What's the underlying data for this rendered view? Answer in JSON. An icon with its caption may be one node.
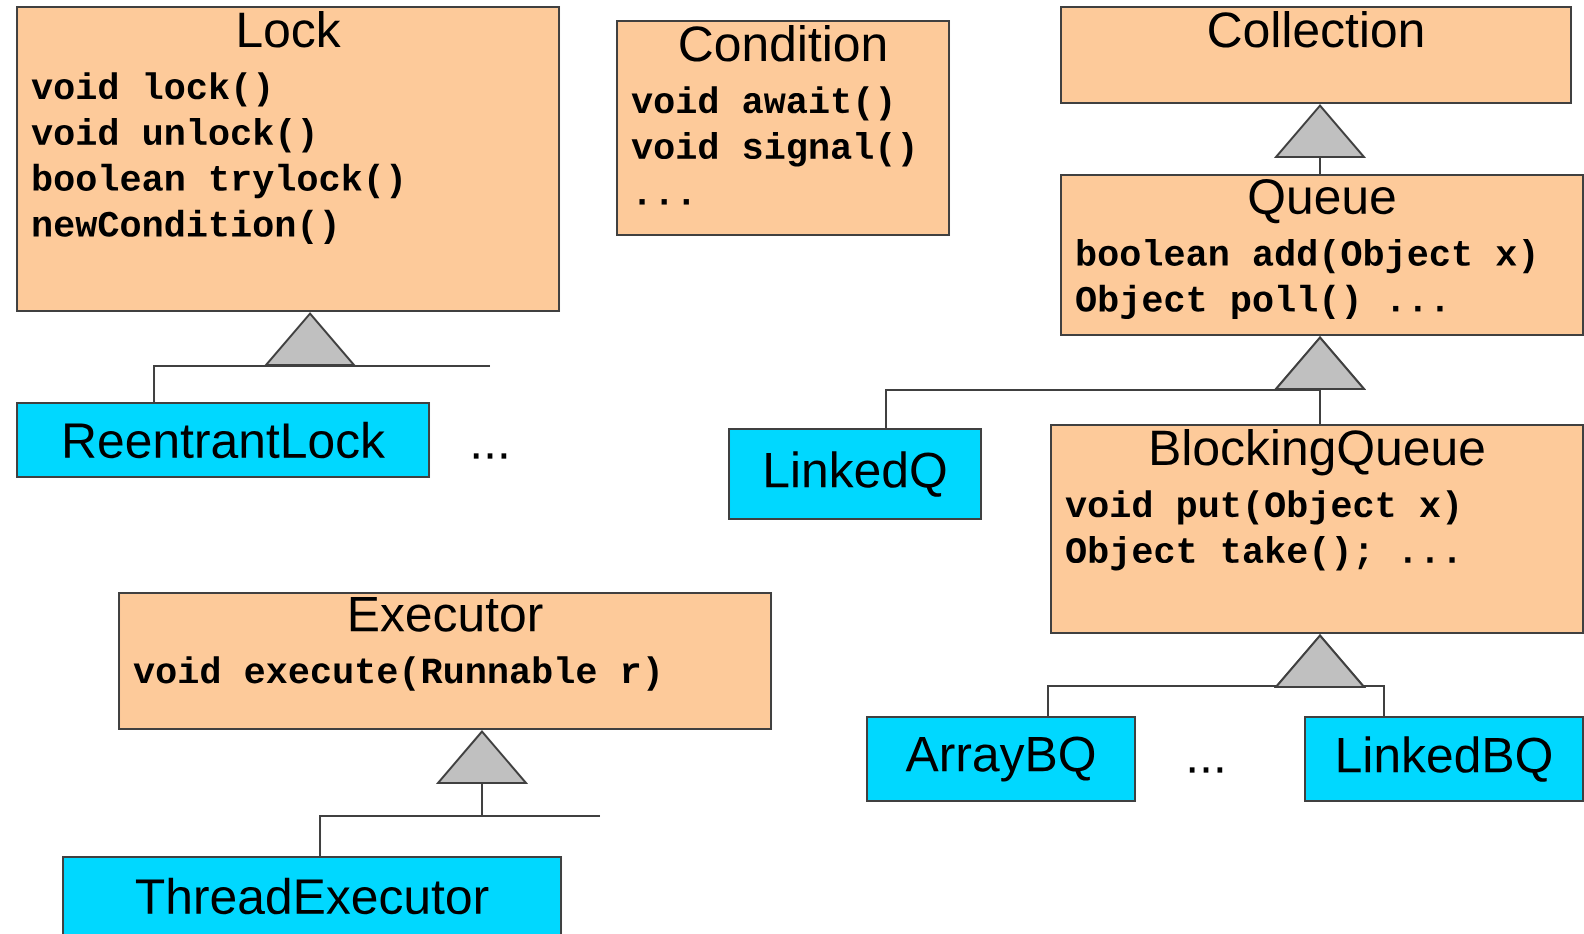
{
  "diagram": {
    "nodes": [
      {
        "text": [
          "Lock",
          "void lock()",
          "void unlock()",
          "boolean trylock()",
          "newCondition()"
        ]
      },
      {
        "text": [
          "Condition",
          "void await()",
          "void signal()",
          "..."
        ]
      },
      {
        "text": [
          "Collection"
        ]
      },
      {
        "text": [
          "Queue",
          "boolean add(Object x)",
          "Object poll() ..."
        ]
      },
      {
        "text": [
          "ReentrantLock"
        ]
      },
      {
        "text": [
          "LinkedQ"
        ]
      },
      {
        "text": [
          "BlockingQueue",
          "void put(Object x)",
          "Object take(); ..."
        ]
      },
      {
        "text": [
          "Executor",
          "void execute(Runnable r)"
        ]
      },
      {
        "text": [
          "ArrayBQ"
        ]
      },
      {
        "text": [
          "LinkedBQ"
        ]
      },
      {
        "text": [
          "ThreadExecutor"
        ]
      }
    ],
    "edges": [
      {
        "from": 4,
        "to": 0,
        "arrow": "to"
      },
      {
        "from": 3,
        "to": 2,
        "arrow": "to"
      },
      {
        "from": 5,
        "to": 3,
        "arrow": "to"
      },
      {
        "from": 6,
        "to": 3,
        "arrow": "to"
      },
      {
        "from": 8,
        "to": 6,
        "arrow": "to"
      },
      {
        "from": 9,
        "to": 6,
        "arrow": "to"
      },
      {
        "from": 10,
        "to": 7,
        "arrow": "to"
      }
    ],
    "labels": [
      "...",
      "..."
    ]
  }
}
